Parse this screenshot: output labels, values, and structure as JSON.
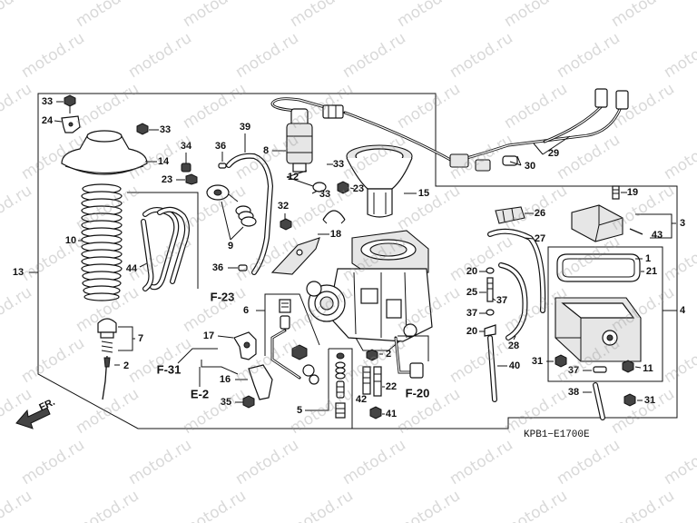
{
  "watermark": "motod.ru",
  "front_label": "FR.",
  "diagram_code": "KPB1−E1700E",
  "callouts": {
    "n33_top": "33",
    "n24": "24",
    "n33_cap": "33",
    "n14": "14",
    "n34": "34",
    "n23_left": "23",
    "n36_top": "36",
    "n39": "39",
    "n8": "8",
    "n12": "12",
    "n33_mid": "33",
    "n33_small": "33",
    "n23_mid": "23",
    "n15": "15",
    "n29": "29",
    "n30": "30",
    "n19": "19",
    "n3": "3",
    "n43": "43",
    "n26": "26",
    "n27": "27",
    "n1": "1",
    "n21": "21",
    "n4": "4",
    "n10": "10",
    "n13": "13",
    "n44": "44",
    "n32": "32",
    "n18": "18",
    "n9": "9",
    "n36_mid": "36",
    "f23": "F-23",
    "n6": "6",
    "n20_top": "20",
    "n25": "25",
    "n37_a": "37",
    "n37_b": "37",
    "n28": "28",
    "n20_low": "20",
    "n7": "7",
    "n17": "17",
    "f31": "F-31",
    "n2_left": "2",
    "n16": "16",
    "e2": "E-2",
    "n35": "35",
    "n5": "5",
    "n2_mid": "2",
    "n42": "42",
    "n22": "22",
    "n41": "41",
    "f20": "F-20",
    "n40": "40",
    "n31_a": "31",
    "n37_c": "37",
    "n11": "11",
    "n38": "38",
    "n31_b": "31"
  }
}
